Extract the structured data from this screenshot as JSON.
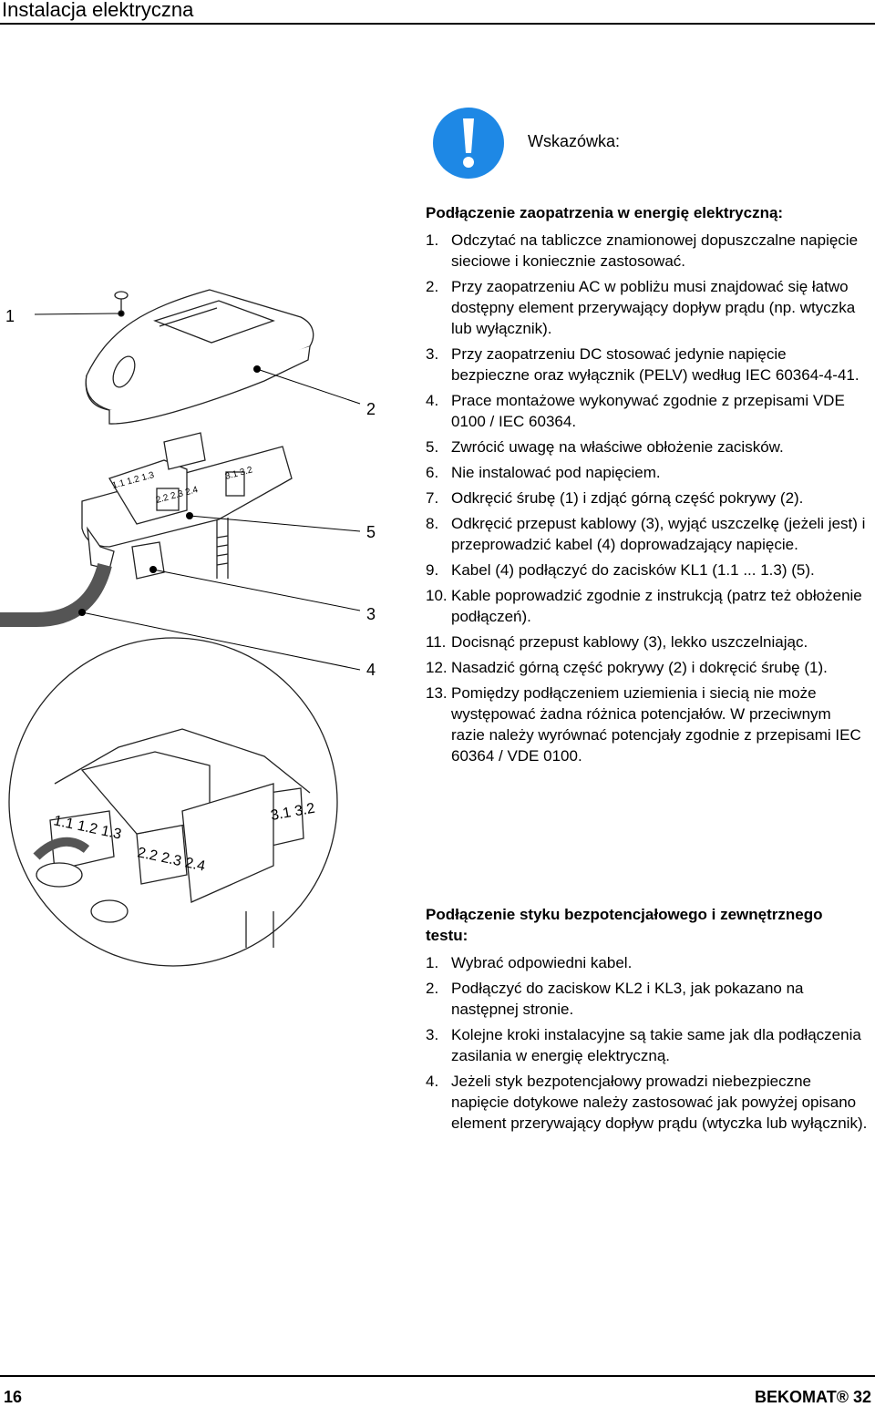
{
  "header": {
    "title": "Instalacja elektryczna"
  },
  "note": {
    "label": "Wskazówka:",
    "icon": "exclamation-icon",
    "color": "#1e88e5"
  },
  "figure": {
    "callouts": [
      "1",
      "2",
      "5",
      "3",
      "4"
    ],
    "terminal_labels": {
      "kl1": "1.1  1.2  1.3",
      "kl2": "2.2  2.3  2.4",
      "kl3": "3.1  3.2"
    }
  },
  "section1": {
    "title": "Podłączenie zaopatrzenia w energię elektryczną:",
    "items": [
      {
        "num": "1.",
        "text": "Odczytać na tabliczce znamionowej dopuszczalne napięcie sieciowe i koniecznie zastosować."
      },
      {
        "num": "2.",
        "text": "Przy zaopatrzeniu AC w pobliżu musi znajdować się łatwo dostępny element przerywający dopływ prądu (np. wtyczka lub wyłącznik)."
      },
      {
        "num": "3.",
        "text": "Przy zaopatrzeniu DC stosować jedynie napięcie bezpieczne oraz wyłącznik (PELV) według IEC 60364-4-41."
      },
      {
        "num": "4.",
        "text": "Prace montażowe wykonywać zgodnie z przepisami VDE 0100 / IEC 60364."
      },
      {
        "num": "5.",
        "text": "Zwrócić uwagę na właściwe obłożenie zacisków."
      },
      {
        "num": "6.",
        "text": "Nie instalować pod napięciem."
      },
      {
        "num": "7.",
        "text": "Odkręcić śrubę (1) i zdjąć górną część pokrywy (2)."
      },
      {
        "num": "8.",
        "text": "Odkręcić przepust kablowy (3), wyjąć uszczelkę (jeżeli jest) i przeprowadzić kabel (4) doprowadzający napięcie."
      },
      {
        "num": "9.",
        "text": "Kabel (4) podłączyć do zacisków KL1 (1.1 ... 1.3) (5)."
      },
      {
        "num": "10.",
        "text": "Kable poprowadzić zgodnie z instrukcją (patrz też obłożenie podłączeń)."
      },
      {
        "num": "11.",
        "text": "Docisnąć przepust kablowy (3), lekko uszczelniając."
      },
      {
        "num": "12.",
        "text": "Nasadzić górną część pokrywy (2) i dokręcić śrubę (1)."
      },
      {
        "num": "13.",
        "text": "Pomiędzy podłączeniem uziemienia i siecią nie może występować żadna różnica potencjałów. W przeciwnym razie należy wyrównać potencjały zgodnie z przepisami IEC 60364 / VDE 0100."
      }
    ]
  },
  "section2": {
    "title": "Podłączenie styku bezpotencjałowego i zewnętrznego testu:",
    "items": [
      {
        "num": "1.",
        "text": "Wybrać odpowiedni kabel."
      },
      {
        "num": "2.",
        "text": "Podłączyć do zaciskow KL2 i KL3, jak pokazano na następnej stronie."
      },
      {
        "num": "3.",
        "text": "Kolejne kroki instalacyjne są takie same jak dla podłączenia zasilania w energię elektryczną."
      },
      {
        "num": "4.",
        "text": "Jeżeli styk bezpotencjałowy prowadzi niebezpieczne napięcie dotykowe należy zastosować jak powyżej opisano element przerywający dopływ prądu (wtyczka lub wyłącznik)."
      }
    ]
  },
  "footer": {
    "page_number": "16",
    "brand": "BEKOMAT® 32"
  }
}
